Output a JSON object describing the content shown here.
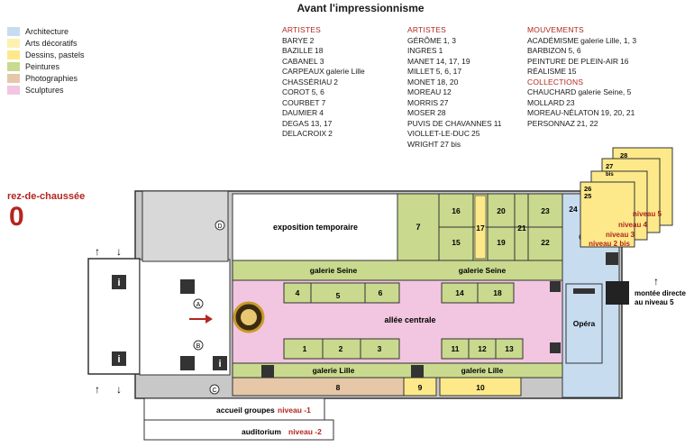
{
  "title": "Avant l'impressionnisme",
  "legend": [
    {
      "label": "Architecture",
      "color": "#c8dcf0"
    },
    {
      "label": "Arts décoratifs",
      "color": "#fdf1b0"
    },
    {
      "label": "Dessins, pastels",
      "color": "#fde98a"
    },
    {
      "label": "Peintures",
      "color": "#c9d98e"
    },
    {
      "label": "Photographies",
      "color": "#e6c7a8"
    },
    {
      "label": "Sculptures",
      "color": "#f2c6e0"
    }
  ],
  "columns": {
    "col1": {
      "heading": "ARTISTES",
      "rows": [
        {
          "name": "BARYE",
          "rooms": "2"
        },
        {
          "name": "BAZILLE",
          "rooms": "18"
        },
        {
          "name": "CABANEL",
          "rooms": "3"
        },
        {
          "name": "CARPEAUX",
          "rooms": "galerie Lille"
        },
        {
          "name": "CHASSÉRIAU",
          "rooms": "2"
        },
        {
          "name": "COROT",
          "rooms": "5, 6"
        },
        {
          "name": "COURBET",
          "rooms": "7"
        },
        {
          "name": "DAUMIER",
          "rooms": "4"
        },
        {
          "name": "DEGAS",
          "rooms": "13, 17"
        },
        {
          "name": "DELACROIX",
          "rooms": "2"
        }
      ]
    },
    "col2": {
      "heading": "ARTISTES",
      "rows": [
        {
          "name": "GÉRÔME",
          "rooms": "1, 3"
        },
        {
          "name": "INGRES",
          "rooms": "1"
        },
        {
          "name": "MANET",
          "rooms": "14, 17, 19"
        },
        {
          "name": "MILLET",
          "rooms": "5, 6, 17"
        },
        {
          "name": "MONET",
          "rooms": "18, 20"
        },
        {
          "name": "MOREAU",
          "rooms": "12"
        },
        {
          "name": "MORRIS",
          "rooms": "27"
        },
        {
          "name": "MOSER",
          "rooms": "28"
        },
        {
          "name": "PUVIS DE CHAVANNES",
          "rooms": "11"
        },
        {
          "name": "VIOLLET-LE-DUC",
          "rooms": "25"
        },
        {
          "name": "WRIGHT",
          "rooms": "27 bis"
        }
      ]
    },
    "col3": {
      "heading": "MOUVEMENTS",
      "rows": [
        {
          "name": "ACADÉMISME",
          "rooms": "galerie Lille, 1, 3"
        },
        {
          "name": "BARBIZON",
          "rooms": "5, 6"
        },
        {
          "name": "PEINTURE DE PLEIN-AIR",
          "rooms": "16"
        },
        {
          "name": "RÉALISME",
          "rooms": "15"
        }
      ],
      "heading2": "COLLECTIONS",
      "rows2": [
        {
          "name": "CHAUCHARD",
          "rooms": "galerie Seine, 5"
        },
        {
          "name": "MOLLARD",
          "rooms": "23"
        },
        {
          "name": "MOREAU-NÉLATON",
          "rooms": "19, 20, 21"
        },
        {
          "name": "PERSONNAZ",
          "rooms": "21, 22"
        }
      ]
    }
  },
  "level": {
    "label": "rez-de-chaussée",
    "number": "0"
  },
  "map": {
    "expo": "exposition temporaire",
    "galerie_seine": "galerie Seine",
    "galerie_lille": "galerie Lille",
    "allee": "allée centrale",
    "opera": "Opéra",
    "monte": [
      "montée directe",
      "au niveau 5"
    ],
    "levels": {
      "n5": "niveau 5",
      "n4": "niveau 4",
      "n3": "niveau 3",
      "n2": "niveau 2 bis"
    },
    "rooms": {
      "r1": "1",
      "r2": "2",
      "r3": "3",
      "r4": "4",
      "r5": "5",
      "r6": "6",
      "r7": "7",
      "r8": "8",
      "r9": "9",
      "r10": "10",
      "r11": "11",
      "r12": "12",
      "r13": "13",
      "r14": "14",
      "r15": "15",
      "r16": "16",
      "r17": "17",
      "r18": "18",
      "r19": "19",
      "r20": "20",
      "r21": "21",
      "r22": "22",
      "r23": "23",
      "r24": "24",
      "r25": "25",
      "r26": "26",
      "r27": "27",
      "r27bis": "bis",
      "r28": "28"
    },
    "markers": {
      "a": "A",
      "b": "B",
      "c": "C",
      "d": "D",
      "e": "E"
    },
    "bottom1": {
      "text": "accueil groupes",
      "level": "niveau -1"
    },
    "bottom2": {
      "text": "auditorium",
      "level": "niveau -2"
    }
  }
}
